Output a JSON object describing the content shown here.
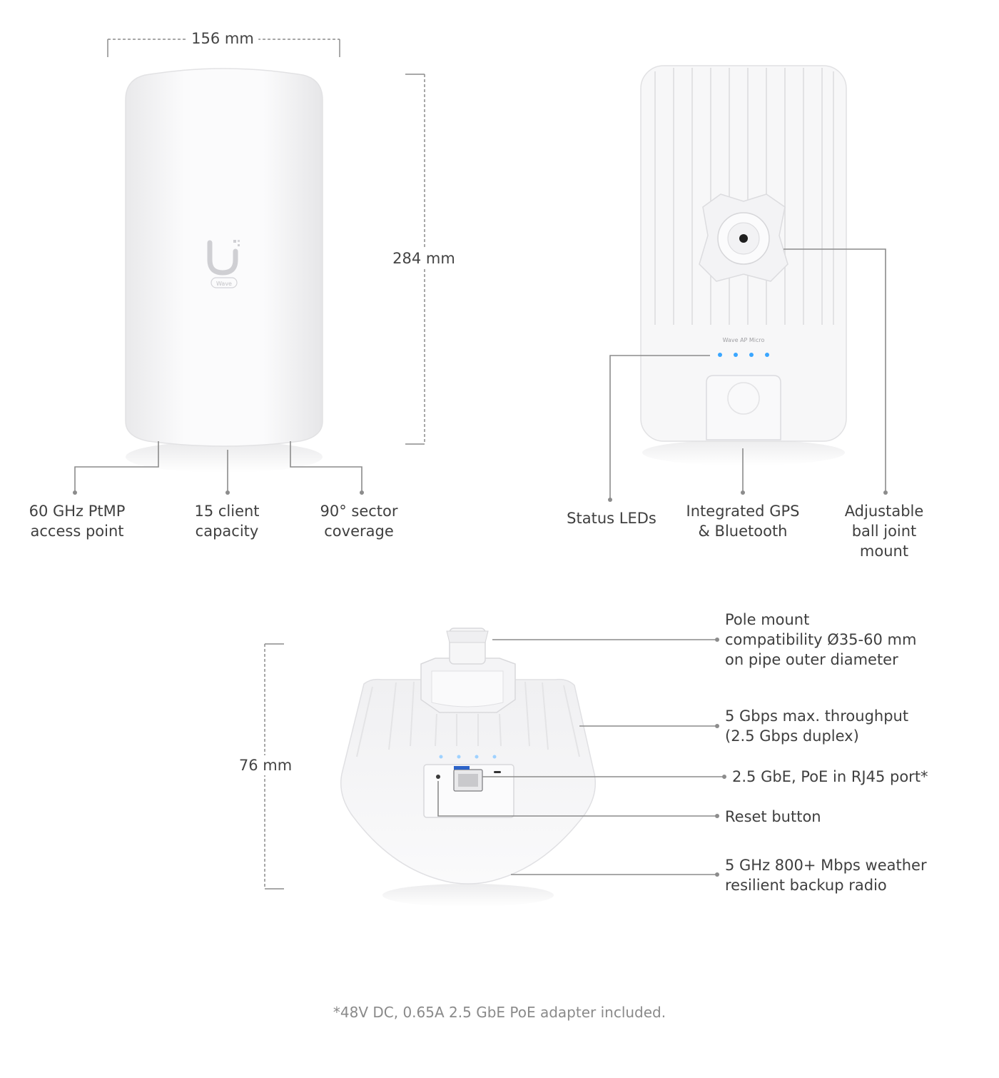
{
  "dimensions": {
    "width": "156 mm",
    "height": "284 mm",
    "depth": "76 mm"
  },
  "front_view": {
    "logo_badge": "Wave",
    "callouts": [
      "60 GHz PtMP\naccess point",
      "15 client\ncapacity",
      "90° sector\ncoverage"
    ]
  },
  "rear_view": {
    "model_label": "Wave AP Micro",
    "callouts": [
      "Status LEDs",
      "Integrated GPS\n& Bluetooth",
      "Adjustable\nball joint mount"
    ]
  },
  "bottom_view": {
    "callouts": [
      "Pole mount\ncompatibility Ø35-60 mm\non pipe outer diameter",
      "5 Gbps max. throughput\n(2.5 Gbps duplex)",
      "2.5 GbE, PoE in RJ45 port*",
      "Reset button",
      "5 GHz 800+ Mbps weather\nresilient backup radio"
    ]
  },
  "footnote": "*48V DC, 0.65A 2.5 GbE PoE adapter included.",
  "colors": {
    "device_body": "#f6f6f7",
    "leader_line": "#8c8c8c",
    "led": "#3aa6ff"
  }
}
